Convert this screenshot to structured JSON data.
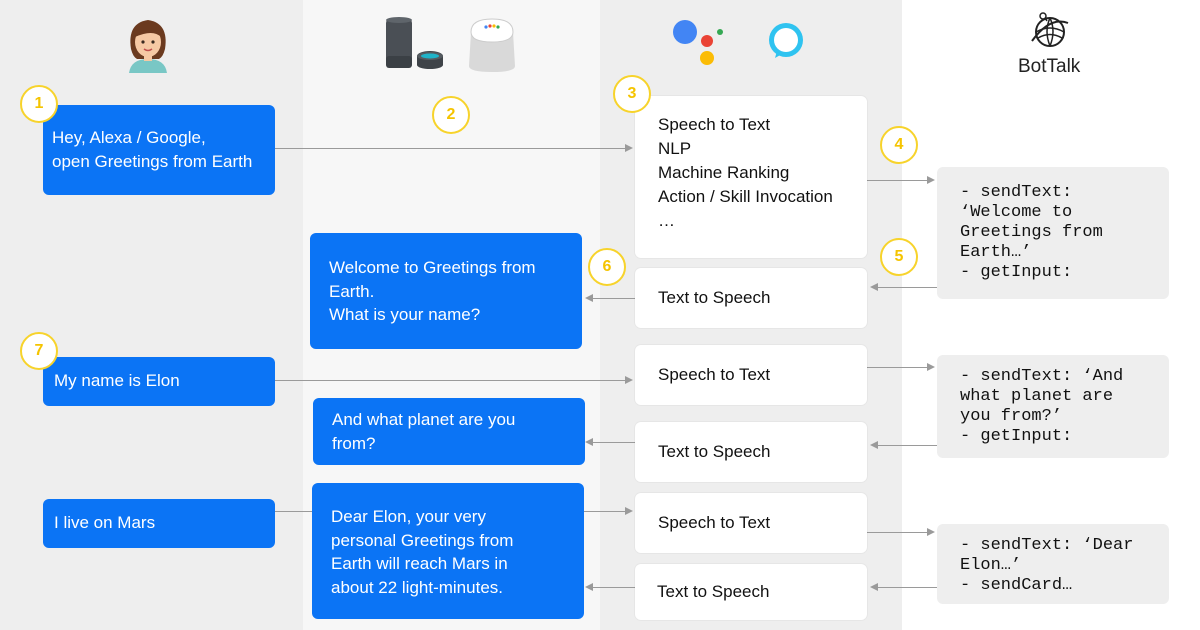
{
  "brand": {
    "name": "BotTalk"
  },
  "icons": {
    "user": "user-avatar-icon",
    "speakers": "smart-speaker-icons",
    "assistant": "google-assistant-icon",
    "alexa": "alexa-icon",
    "bottalk": "bottalk-logo-icon"
  },
  "colors": {
    "bubble": "#0b74f5",
    "step_circle": "#f7d32b",
    "column_gray": "#eeeeee",
    "column_light": "#f7f7f7"
  },
  "steps": [
    "1",
    "2",
    "3",
    "4",
    "5",
    "6",
    "7"
  ],
  "user_messages": [
    "Hey, Alexa / Google,\nopen Greetings from Earth",
    "My name is Elon",
    "I live on Mars"
  ],
  "device_messages": [
    "Welcome to Greetings from\nEarth.\nWhat is your name?",
    "And what planet are you\nfrom?",
    "Dear Elon, your very\npersonal Greetings from\nEarth will reach Mars in\nabout 22 light-minutes."
  ],
  "platform": {
    "pipeline": [
      "Speech to Text",
      "NLP",
      "Machine Ranking",
      "Action / Skill Invocation",
      "…"
    ],
    "tts": "Text to Speech",
    "stt": "Speech to Text"
  },
  "bottalk_code": [
    "- sendText:\n‘Welcome to\nGreetings from\nEarth…’\n- getInput:",
    "- sendText: ‘And\nwhat planet are\nyou from?’\n- getInput:",
    "- sendText: ‘Dear\nElon…’\n- sendCard…"
  ]
}
